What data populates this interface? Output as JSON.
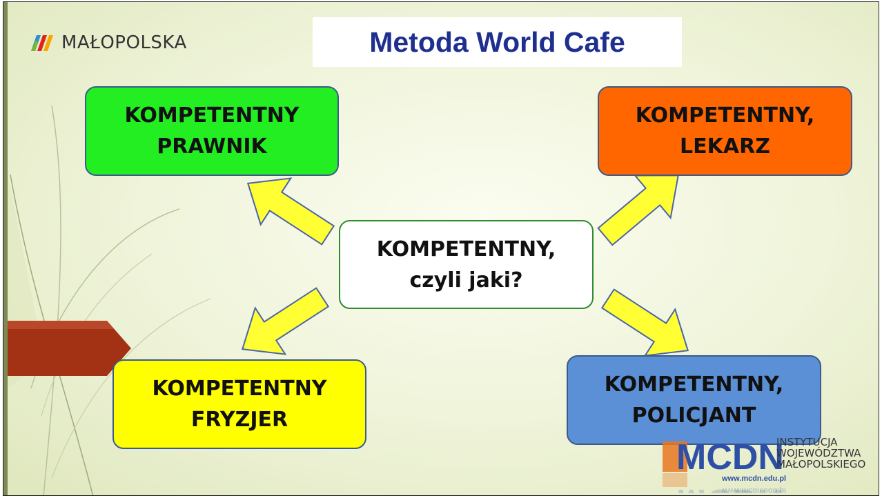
{
  "logo": {
    "text": "MAŁOPOLSKA"
  },
  "title": "Metoda World Cafe",
  "center": {
    "line1": "KOMPETENTNY,",
    "line2": "czyli jaki?"
  },
  "boxes": {
    "top_left": {
      "line1": "KOMPETENTNY",
      "line2": "PRAWNIK",
      "color": "#22ee22"
    },
    "top_right": {
      "line1": "KOMPETENTNY,",
      "line2": "LEKARZ",
      "color": "#ff6600"
    },
    "bottom_left": {
      "line1": "KOMPETENTNY",
      "line2": "FRYZJER",
      "color": "#ffff00"
    },
    "bottom_right": {
      "line1": "KOMPETENTNY,",
      "line2": "POLICJANT",
      "color": "#5b8fd6"
    }
  },
  "arrow_color": "#ffff33",
  "mcdn": {
    "brand": "MCDN",
    "url": "www.mcdn.edu.pl",
    "institution": [
      "INSTYTUCJA",
      "WOJEWÓDZTWA",
      "MAŁOPOLSKIEGO"
    ]
  }
}
